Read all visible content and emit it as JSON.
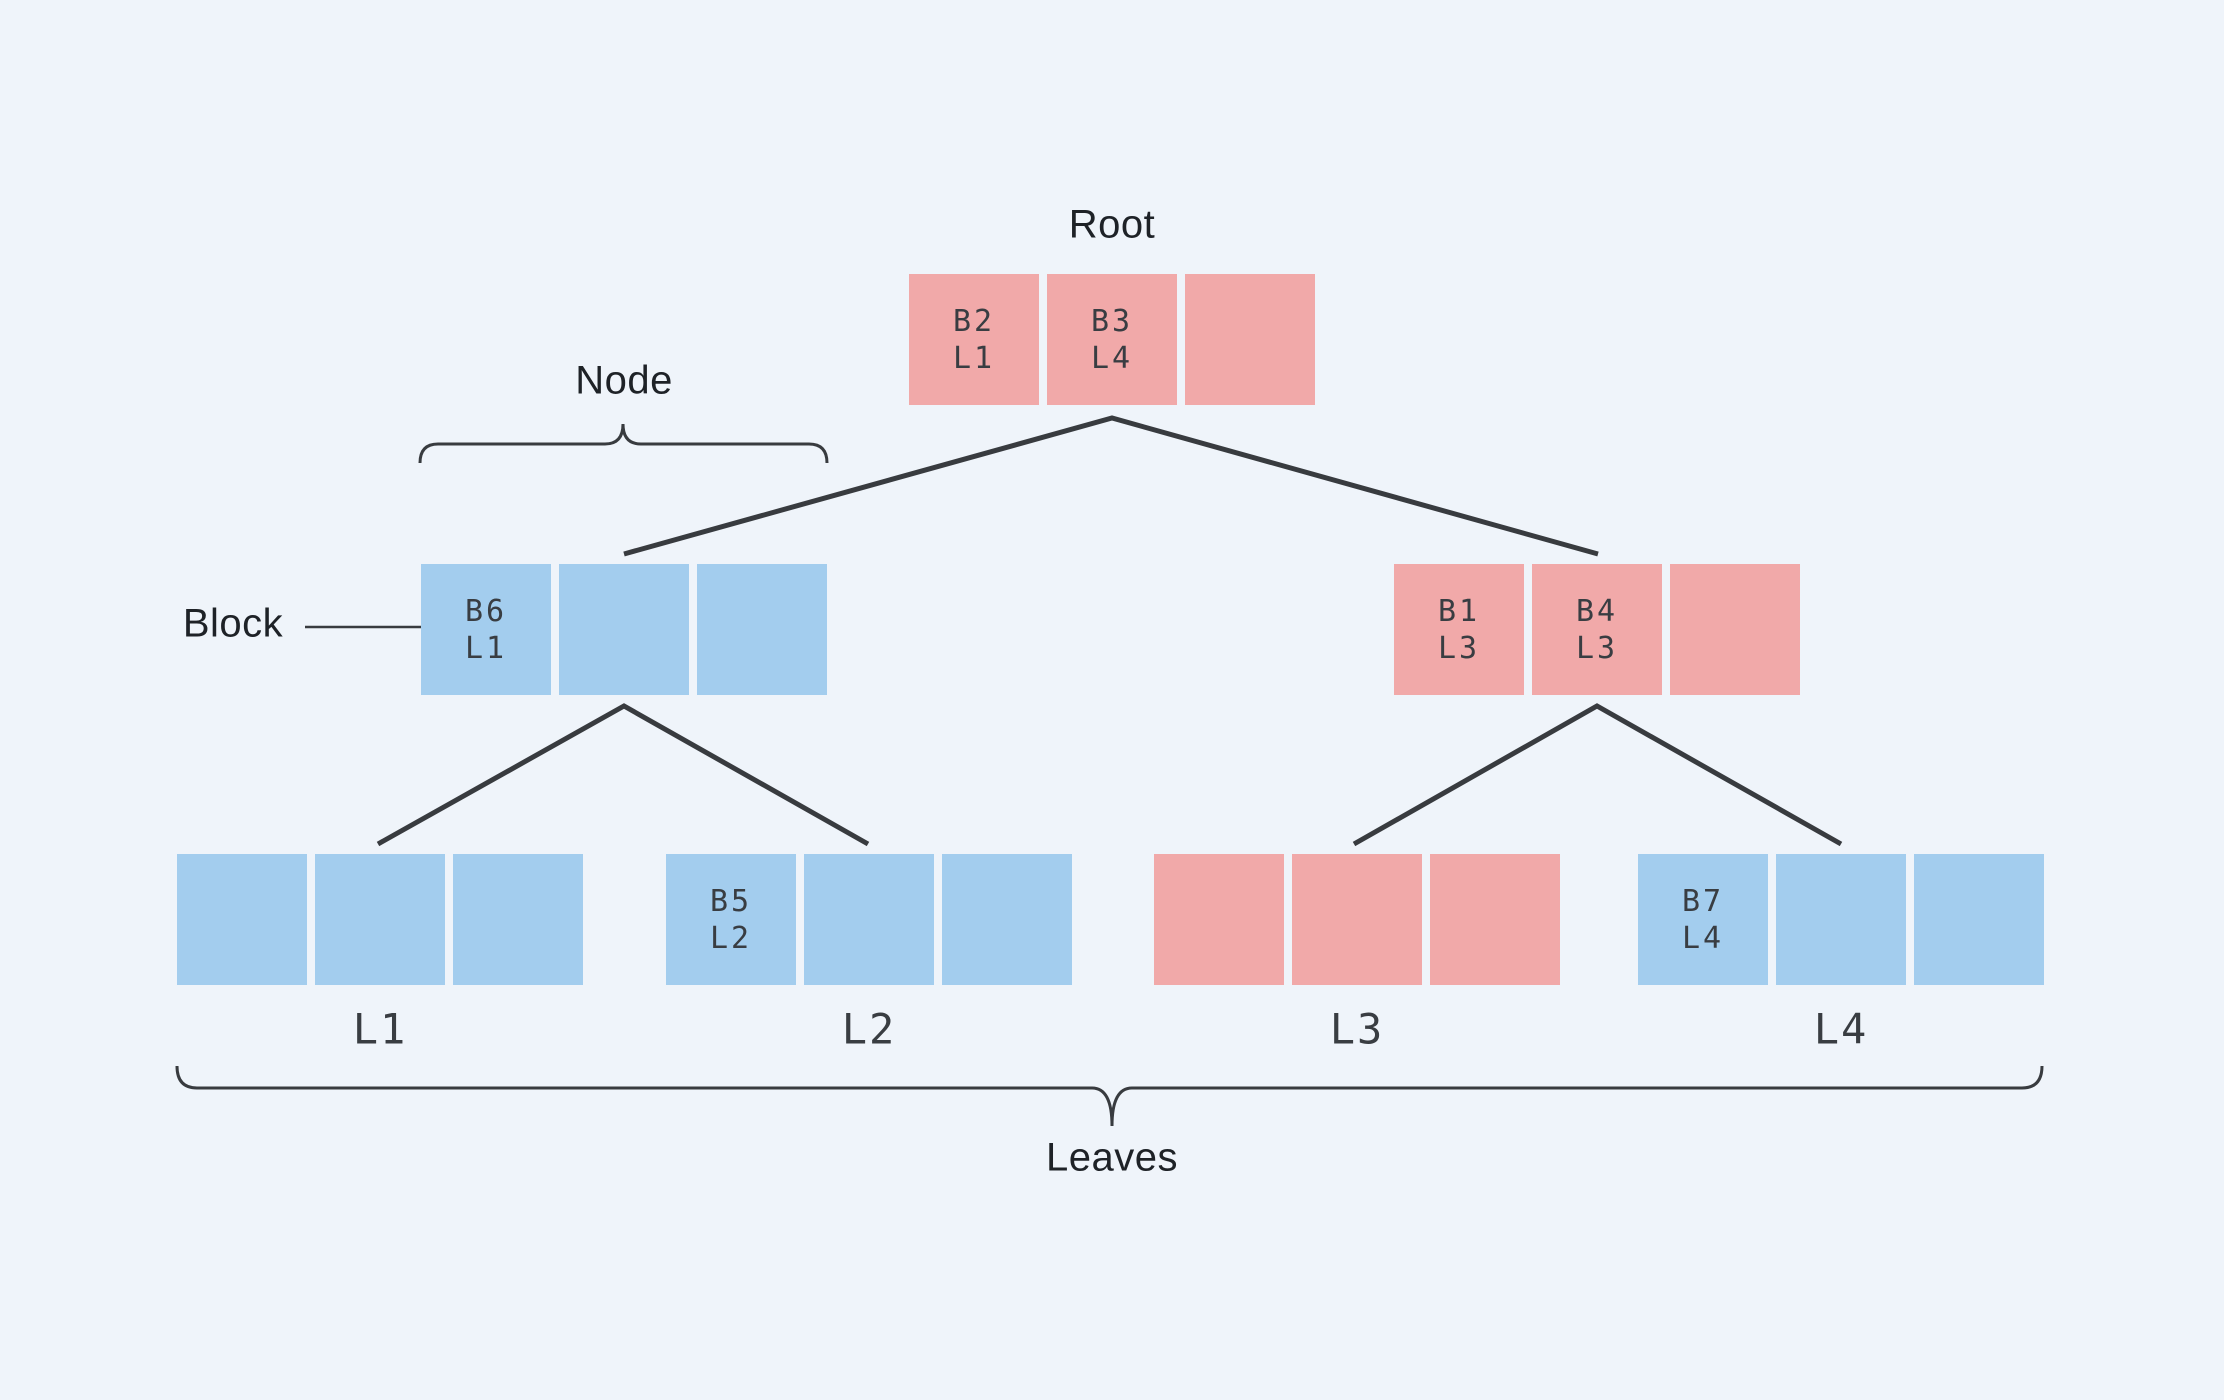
{
  "colors": {
    "background": "#eff4fa",
    "pink": "#f1a9a9",
    "blue": "#a3cdee",
    "line": "#383b3f",
    "label_text": "#1e2227",
    "cell_text": "#393d42"
  },
  "labels": {
    "root": "Root",
    "node": "Node",
    "block": "Block",
    "leaves": "Leaves"
  },
  "tree": {
    "root": {
      "title": "Root",
      "color": "pink",
      "cells": [
        "B2\nL1",
        "B3\nL4",
        ""
      ]
    },
    "internal": [
      {
        "id": "node-left",
        "color": "blue",
        "cells": [
          "B6\nL1",
          "",
          ""
        ]
      },
      {
        "id": "node-right",
        "color": "pink",
        "cells": [
          "B1\nL3",
          "B4\nL3",
          ""
        ]
      }
    ],
    "leaves": [
      {
        "id": "leaf-1",
        "label": "L1",
        "color": "blue",
        "cells": [
          "",
          "",
          ""
        ]
      },
      {
        "id": "leaf-2",
        "label": "L2",
        "color": "blue",
        "cells": [
          "B5\nL2",
          "",
          ""
        ]
      },
      {
        "id": "leaf-3",
        "label": "L3",
        "color": "pink",
        "cells": [
          "",
          "",
          ""
        ]
      },
      {
        "id": "leaf-4",
        "label": "L4",
        "color": "blue",
        "cells": [
          "B7\nL4",
          "",
          ""
        ]
      }
    ]
  }
}
